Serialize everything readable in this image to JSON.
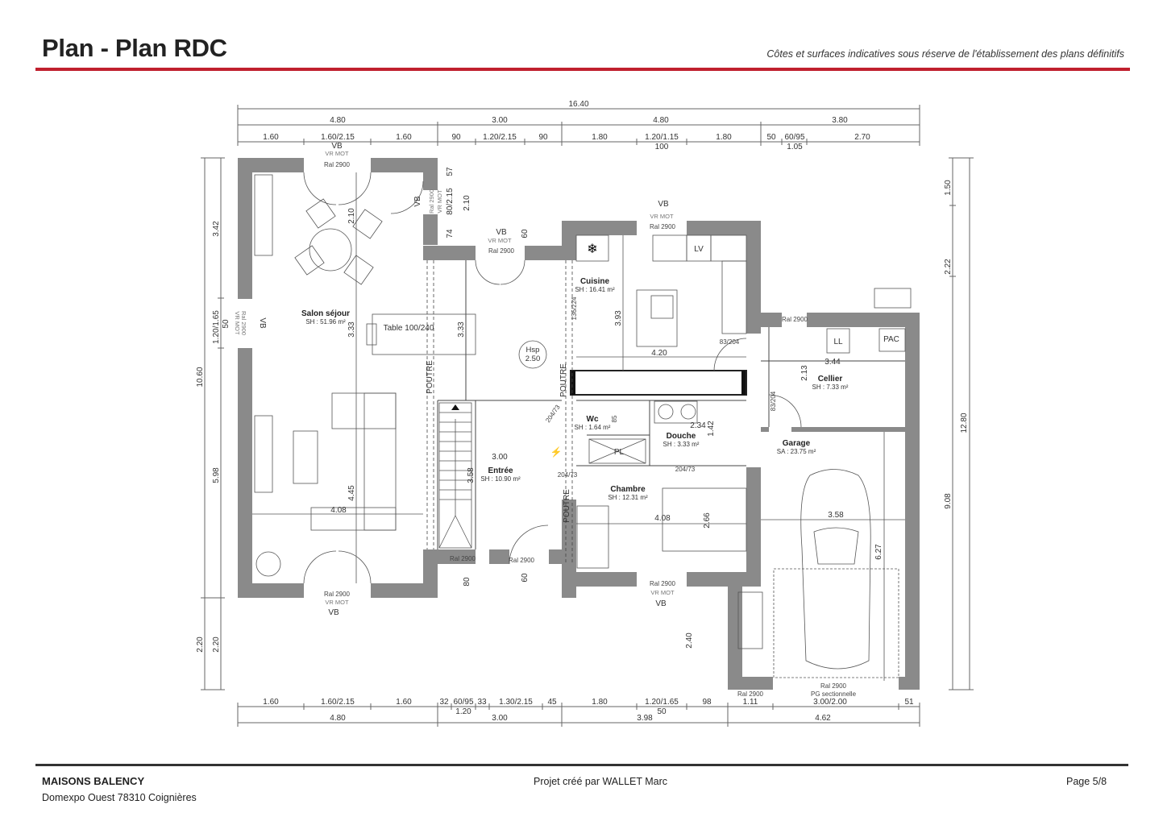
{
  "header": {
    "title": "Plan - Plan RDC",
    "disclaimer": "Côtes et surfaces indicatives sous réserve de l'établissement des plans définitifs",
    "accent_color": "#c0202e"
  },
  "footer": {
    "company": "MAISONS BALENCY",
    "address": "Domexpo Ouest 78310 Coignières",
    "project": "Projet créé par WALLET Marc",
    "page": "Page 5/8"
  },
  "colors": {
    "wall": "#8a8a8a",
    "dim_line": "#555555",
    "text": "#222222"
  },
  "dimensions": {
    "top": {
      "total": "16.40",
      "level2": [
        "4.80",
        "3.00",
        "4.80",
        "3.80"
      ],
      "level3": [
        "1.60",
        "1.60/2.15",
        "1.60",
        "90",
        "1.20/2.15",
        "90",
        "1.80",
        "1.20/1.15",
        "1.80",
        "50",
        "60/95",
        "2.70"
      ],
      "level3_sub": [
        "100",
        "1.05"
      ]
    },
    "bottom": {
      "level1": [
        "1.60",
        "1.60/2.15",
        "1.60",
        "32",
        "60/95",
        "33",
        "1.30/2.15",
        "45",
        "1.80",
        "1.20/1.65",
        "98",
        "1.11",
        "3.00/2.00",
        "51"
      ],
      "level1_sub": [
        "1.20",
        "50"
      ],
      "level2": [
        "4.80",
        "3.00",
        "3.98",
        "4.62"
      ]
    },
    "left": {
      "outer": [
        "10.60",
        "2.20"
      ],
      "inner": [
        "3.42",
        "1.20/1.65",
        "50",
        "5.98",
        "2.20"
      ]
    },
    "right": {
      "inner": [
        "1.50",
        "2.22",
        "9.08"
      ],
      "outer": [
        "12.80"
      ]
    }
  },
  "rooms": {
    "salon": {
      "name": "Salon séjour",
      "area": "SH : 51.96 m²",
      "dims": [
        "2.10",
        "3.33",
        "4.45",
        "4.08"
      ],
      "table": "Table 100/240"
    },
    "cuisine": {
      "name": "Cuisine",
      "area": "SH : 16.41 m²",
      "dims": [
        "3.93",
        "4.20"
      ],
      "door": "83/204",
      "door2": "136/224",
      "appliance": "LV"
    },
    "cellier": {
      "name": "Cellier",
      "area": "SH : 7.33 m²",
      "dims": [
        "3.44",
        "2.13"
      ],
      "ll": "LL",
      "pac": "PAC",
      "door": "83/204"
    },
    "garage": {
      "name": "Garage",
      "area": "SA : 23.75 m²",
      "dims": [
        "3.58",
        "6.27",
        "2.40"
      ],
      "door_label": "PG sectionnelle"
    },
    "wc": {
      "name": "Wc",
      "area": "SH : 1.64 m²",
      "dim": "85",
      "door": "204/73"
    },
    "douche": {
      "name": "Douche",
      "area": "SH : 3.33 m²",
      "dims": [
        "2.34",
        "1.42"
      ],
      "door": "204/73"
    },
    "entree": {
      "name": "Entrée",
      "area": "SH : 10.90 m²",
      "dims": [
        "3.00",
        "3.58"
      ],
      "door": "204/73"
    },
    "chambre": {
      "name": "Chambre",
      "area": "SH : 12.31 m²",
      "dims": [
        "4.08",
        "2.66"
      ]
    },
    "hsp": {
      "label": "Hsp",
      "value": "2.50"
    },
    "placard": "PL"
  },
  "labels": {
    "vb": "VB",
    "vr_mot": "VR MOT",
    "ral": "Ral 2900",
    "poutre": "POUTRE",
    "window_80": "80/2.15",
    "dim_57": "57",
    "dim_74": "74",
    "dim_210": "2.10",
    "dim_60": "60",
    "dim_80": "80"
  }
}
